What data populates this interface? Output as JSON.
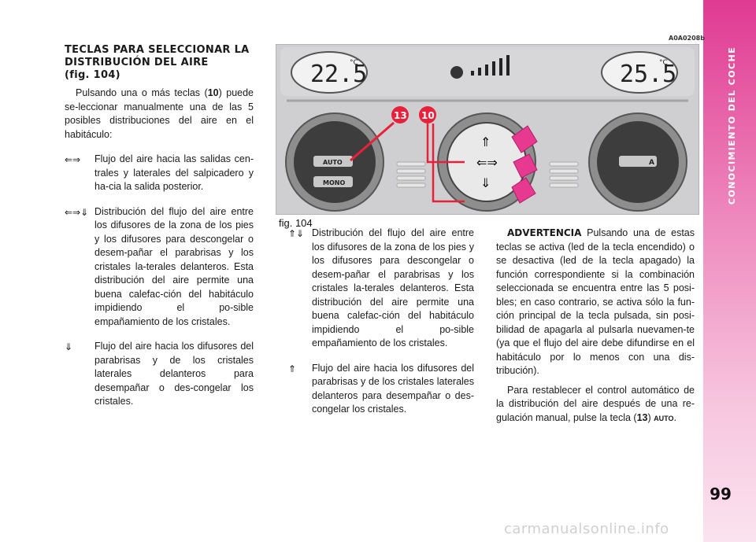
{
  "sidebar": {
    "title": "CONOCIMIENTO DEL COCHE",
    "page_number": "99"
  },
  "left_column": {
    "heading_line1": "TECLAS PARA SELECCIONAR LA",
    "heading_line2": "DISTRIBUCIÓN DEL AIRE",
    "heading_line3": "(fig. 104)",
    "intro_before": "Pulsando una o más teclas (",
    "intro_ref": "10",
    "intro_after": ") puede se-leccionar manualmente una de las 5 posibles distribuciones del aire en el habitáculo:",
    "items": [
      {
        "icons": "⇐⇒",
        "text": "Flujo del aire hacia las salidas cen-trales y laterales del salpicadero y ha-cia la salida posterior."
      },
      {
        "icons": "⇐⇒⇓",
        "text": "Distribución del flujo del aire entre los difusores de la zona de los pies y los difusores para descongelar o desem-pañar el parabrisas y los cristales la-terales delanteros. Esta distribución del aire permite una buena calefac-ción del habitáculo impidiendo el po-sible empañamiento de los cristales."
      },
      {
        "icons": "⇓",
        "text": "Flujo del aire hacia los difusores del parabrisas y de los cristales laterales delanteros para desempañar o des-congelar los cristales."
      }
    ]
  },
  "middle_column": {
    "items": [
      {
        "icons": "⇑⇓",
        "text": "Distribución del flujo del aire entre los difusores de la zona de los pies y los difusores para descongelar o desem-pañar el parabrisas y los cristales la-terales delanteros. Esta distribución del aire permite una buena calefac-ción del habitáculo impidiendo el po-sible empañamiento de los cristales."
      },
      {
        "icons": "⇑",
        "text": "Flujo del aire hacia los difusores del parabrisas y de los cristales laterales delanteros para desempañar o des-congelar los cristales."
      }
    ]
  },
  "right_column": {
    "warning_word": "ADVERTENCIA",
    "warning_text": " Pulsando una de estas teclas se activa (led de la tecla encendido) o se desactiva (led de la tecla apagado) la función correspondiente si la combinación seleccionada se encuentra entre las 5 posi-bles; en caso contrario, se activa sólo la fun-ción principal de la tecla pulsada, sin posi-bilidad de apagarla al pulsarla nuevamen-te (ya que el flujo del aire debe difundirse en el habitáculo por lo menos con una dis-tribución).",
    "restore_before": "Para restablecer el control automático de la distribución del aire después de una re-gulación manual, pulse la tecla (",
    "restore_ref": "13",
    "restore_after": ") ",
    "restore_auto": "AUTO",
    "restore_end": "."
  },
  "figure": {
    "code": "A0A0208b",
    "label": "fig. 104",
    "left_temp": "22.5",
    "right_temp": "25.5",
    "temp_unit": "°C",
    "callout_13": "13",
    "callout_10": "10",
    "btn_auto": "AUTO",
    "btn_mono": "MONO",
    "btn_a": "A"
  },
  "watermark": "carmanualsonline.info",
  "colors": {
    "accent_magenta": "#e6398f",
    "callout_red": "#e8213b",
    "panel_gray": "#cfcfd1"
  }
}
